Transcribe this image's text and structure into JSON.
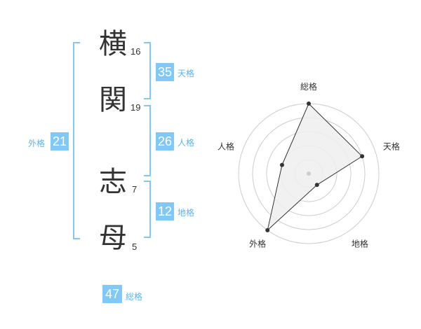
{
  "name": {
    "chars": [
      {
        "char": "横",
        "strokes": "16"
      },
      {
        "char": "関",
        "strokes": "19"
      },
      {
        "char": "志",
        "strokes": "7"
      },
      {
        "char": "母",
        "strokes": "5"
      }
    ]
  },
  "fortunes": {
    "tenkaku": {
      "value": "35",
      "label": "天格"
    },
    "jinkaku": {
      "value": "26",
      "label": "人格"
    },
    "chikaku": {
      "value": "12",
      "label": "地格"
    },
    "gaikaku": {
      "value": "21",
      "label": "外格"
    },
    "soukaku": {
      "value": "47",
      "label": "総格"
    }
  },
  "radar": {
    "axes": [
      "総格",
      "天格",
      "地格",
      "外格",
      "人格"
    ],
    "values": [
      5,
      4,
      1,
      5,
      2
    ],
    "max": 5,
    "colors": {
      "grid": "#cccccc",
      "fill": "#eeeeee",
      "line": "#333333",
      "center": "#cccccc"
    }
  },
  "colors": {
    "accent": "#7fc8f8",
    "accent_text": "#5ab4ee"
  }
}
